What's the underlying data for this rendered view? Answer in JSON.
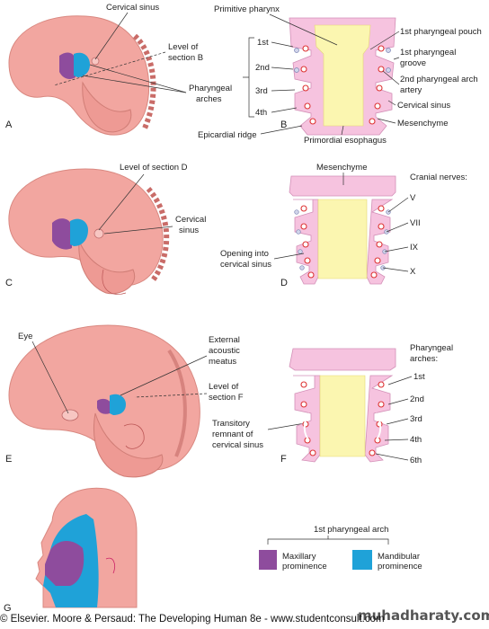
{
  "panels": {
    "a": "A",
    "b": "B",
    "c": "C",
    "d": "D",
    "e": "E",
    "f": "F",
    "g": "G"
  },
  "labels": {
    "cervical_sinus_a": "Cervical sinus",
    "level_b_1": "Level of",
    "level_b_2": "section B",
    "pharyngeal_arches_1": "Pharyngeal",
    "pharyngeal_arches_2": "arches",
    "primitive_pharynx": "Primitive pharynx",
    "first": "1st",
    "second": "2nd",
    "third": "3rd",
    "fourth": "4th",
    "sixth": "6th",
    "epicardial_ridge": "Epicardial ridge",
    "primordial_esophagus": "Primordial esophagus",
    "first_pouch": "1st pharyngeal pouch",
    "first_groove_1": "1st pharyngeal",
    "first_groove_2": "groove",
    "second_artery_1": "2nd pharyngeal arch",
    "second_artery_2": "artery",
    "cervical_sinus_b": "Cervical sinus",
    "mesenchyme_b": "Mesenchyme",
    "level_d": "Level of section D",
    "cervical_sinus_c_1": "Cervical",
    "cervical_sinus_c_2": "sinus",
    "mesenchyme_d": "Mesenchyme",
    "cranial_nerves": "Cranial nerves:",
    "nerve_v": "V",
    "nerve_vii": "VII",
    "nerve_ix": "IX",
    "nerve_x": "X",
    "opening_1": "Opening into",
    "opening_2": "cervical sinus",
    "eye": "Eye",
    "ext_acoustic_1": "External",
    "ext_acoustic_2": "acoustic",
    "ext_acoustic_3": "meatus",
    "level_f_1": "Level of",
    "level_f_2": "section F",
    "transitory_1": "Transitory",
    "transitory_2": "remnant of",
    "transitory_3": "cervical sinus",
    "pharyngeal_arches_f_1": "Pharyngeal",
    "pharyngeal_arches_f_2": "arches:",
    "first_arch": "1st pharyngeal arch",
    "maxillary_1": "Maxillary",
    "maxillary_2": "prominence",
    "mandibular_1": "Mandibular",
    "mandibular_2": "prominence"
  },
  "footer": "© Elsevier. Moore & Persaud: The Developing Human 8e - www.studentconsult.com",
  "watermark": "muhadharaty.com",
  "colors": {
    "maxillary": "#8e4c9d",
    "mandibular": "#1fa2d8",
    "embryo": "#f2a6a0",
    "arch_tissue": "#f6c3df",
    "pharynx_lumen": "#fbf6b0"
  }
}
